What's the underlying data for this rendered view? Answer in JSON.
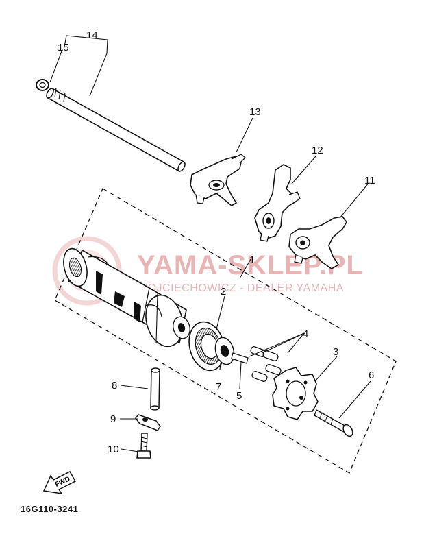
{
  "callouts": {
    "p1": "1",
    "p2": "2",
    "p3": "3",
    "p4": "4",
    "p5": "5",
    "p6": "6",
    "p7": "7",
    "p8": "8",
    "p9": "9",
    "p10": "10",
    "p11": "11",
    "p12": "12",
    "p13": "13",
    "p14": "14",
    "p15": "15"
  },
  "watermark": {
    "title": "YAMA-SKLEP.PL",
    "subtitle": "WOJCIECHOWICZ - DEALER YAMAHA",
    "color": "#e8b4b4"
  },
  "fwd_label": "FWD",
  "drawing_number": "16G110-3241",
  "colors": {
    "line": "#111111",
    "background": "#ffffff",
    "watermark": "#e8b4b4"
  }
}
